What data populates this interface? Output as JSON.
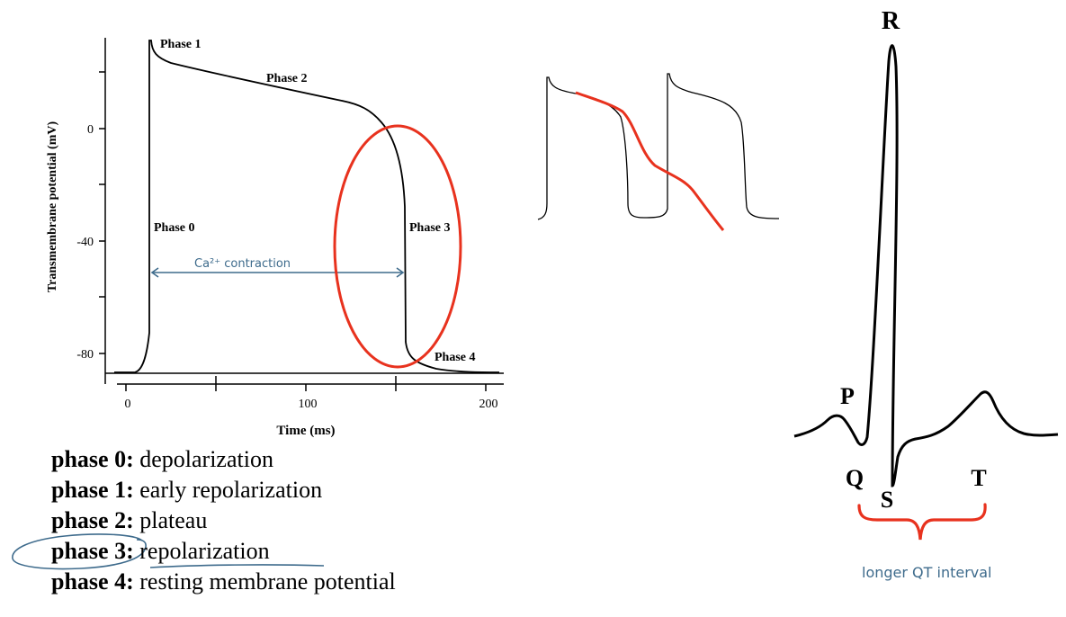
{
  "action_potential": {
    "y_axis_label": "Transmembrane potential (mV)",
    "x_axis_label": "Time (ms)",
    "y_ticks": [
      "0",
      "-40",
      "-80"
    ],
    "x_ticks": [
      "0",
      "100",
      "200"
    ],
    "phase_labels": [
      "Phase 1",
      "Phase 2",
      "Phase 0",
      "Phase 3",
      "Phase 4"
    ],
    "arrow_annotation": "Ca²⁺ contraction",
    "highlight_color": "#e8321e"
  },
  "ecg": {
    "wave_labels": {
      "p": "P",
      "q": "Q",
      "r": "R",
      "s": "S",
      "t": "T"
    },
    "bracket_annotation": "longer QT interval",
    "bracket_color": "#e8321e"
  },
  "phase_list": [
    {
      "term": "phase 0:",
      "desc": "depolarization"
    },
    {
      "term": "phase 1:",
      "desc": "early repolarization"
    },
    {
      "term": "phase 2:",
      "desc": "plateau"
    },
    {
      "term": "phase 3:",
      "desc": "repolarization"
    },
    {
      "term": "phase 4:",
      "desc": "resting membrane potential"
    }
  ],
  "annotation_color": "#3e6b8c"
}
